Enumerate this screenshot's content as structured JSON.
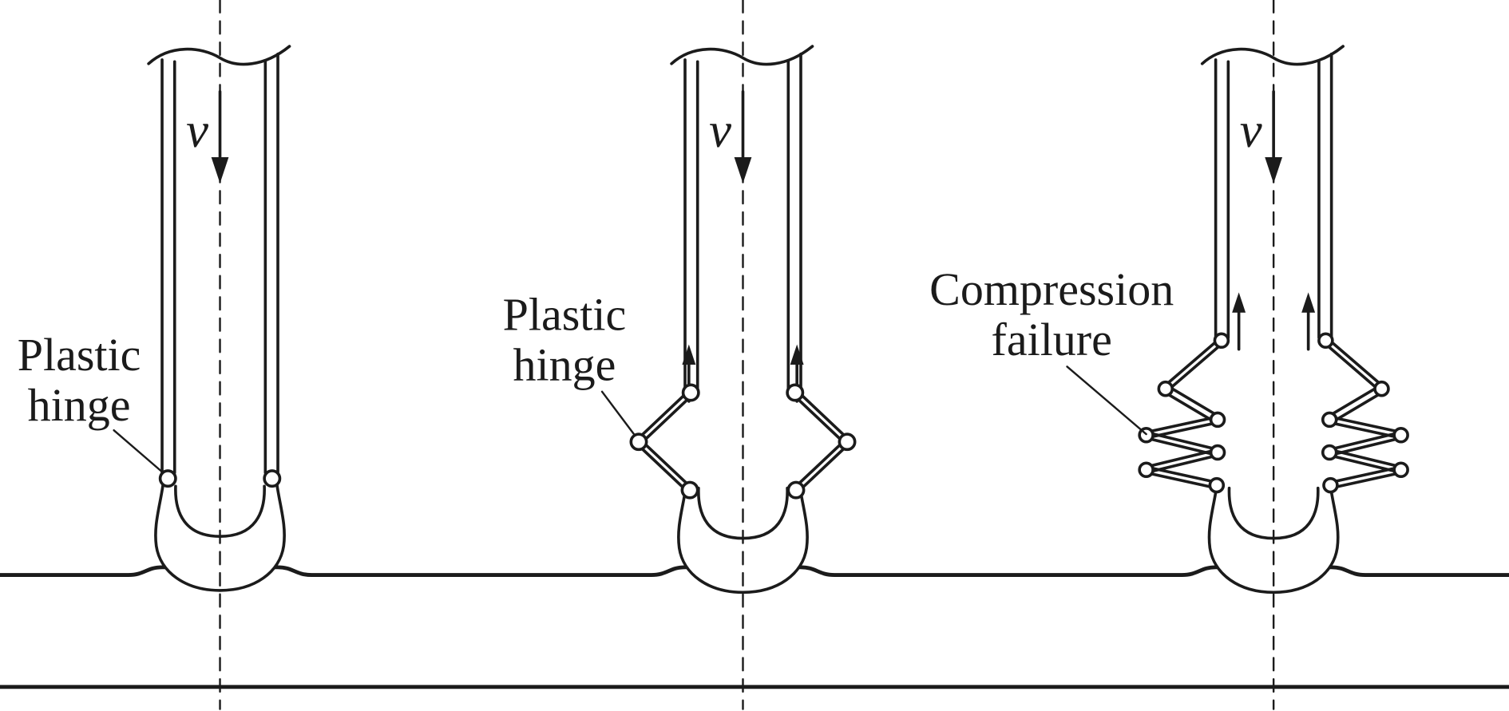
{
  "figure": {
    "background_color": "#ffffff",
    "line_color": "#1b1b1b",
    "stages": [
      {
        "velocity_label": "v",
        "annotation": [
          "Plastic",
          "hinge"
        ]
      },
      {
        "velocity_label": "v",
        "annotation": [
          "Plastic",
          "hinge"
        ]
      },
      {
        "velocity_label": "v",
        "annotation": [
          "Compression",
          "failure"
        ]
      }
    ]
  }
}
